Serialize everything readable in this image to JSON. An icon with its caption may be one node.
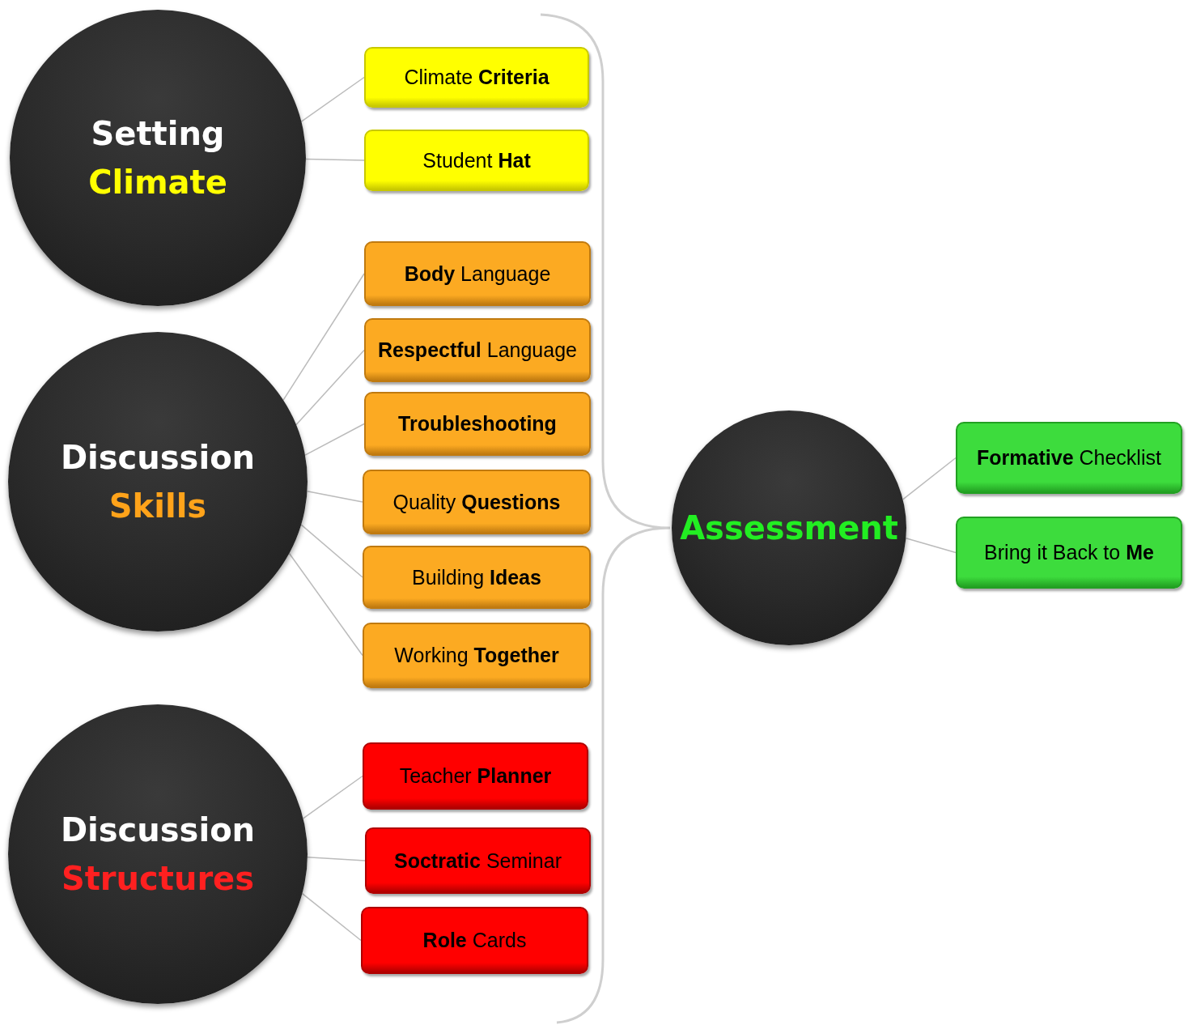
{
  "diagram": {
    "nodes": [
      {
        "text": [
          "Setting",
          "Climate"
        ]
      },
      {
        "text": [
          "Climate **Criteria**"
        ]
      },
      {
        "text": [
          "Student **Hat**"
        ]
      },
      {
        "text": [
          "Discussion",
          "Skills"
        ]
      },
      {
        "text": [
          "**Body** Language"
        ]
      },
      {
        "text": [
          "**Respectful** Language"
        ]
      },
      {
        "text": [
          "**Troubleshooting**"
        ]
      },
      {
        "text": [
          "Quality **Questions**"
        ]
      },
      {
        "text": [
          "Building **Ideas**"
        ]
      },
      {
        "text": [
          "Working **Together**"
        ]
      },
      {
        "text": [
          "Discussion",
          "Structures"
        ]
      },
      {
        "text": [
          "Teacher **Planner**"
        ]
      },
      {
        "text": [
          "**Soctratic** Seminar"
        ]
      },
      {
        "text": [
          "**Role** Cards"
        ]
      },
      {
        "text": [
          "Assessment"
        ]
      },
      {
        "text": [
          "**Formative** Checklist"
        ]
      },
      {
        "text": [
          "Bring it Back to **Me**"
        ]
      }
    ],
    "edges": [
      {
        "from": 0,
        "to": 1,
        "arrow": "none"
      },
      {
        "from": 0,
        "to": 2,
        "arrow": "none"
      },
      {
        "from": 3,
        "to": 4,
        "arrow": "none"
      },
      {
        "from": 3,
        "to": 5,
        "arrow": "none"
      },
      {
        "from": 3,
        "to": 6,
        "arrow": "none"
      },
      {
        "from": 3,
        "to": 7,
        "arrow": "none"
      },
      {
        "from": 3,
        "to": 8,
        "arrow": "none"
      },
      {
        "from": 3,
        "to": 9,
        "arrow": "none"
      },
      {
        "from": 10,
        "to": 11,
        "arrow": "none"
      },
      {
        "from": 10,
        "to": 12,
        "arrow": "none"
      },
      {
        "from": 10,
        "to": 13,
        "arrow": "none"
      },
      {
        "from": 14,
        "to": 15,
        "arrow": "none"
      },
      {
        "from": 14,
        "to": 16,
        "arrow": "none"
      }
    ]
  }
}
